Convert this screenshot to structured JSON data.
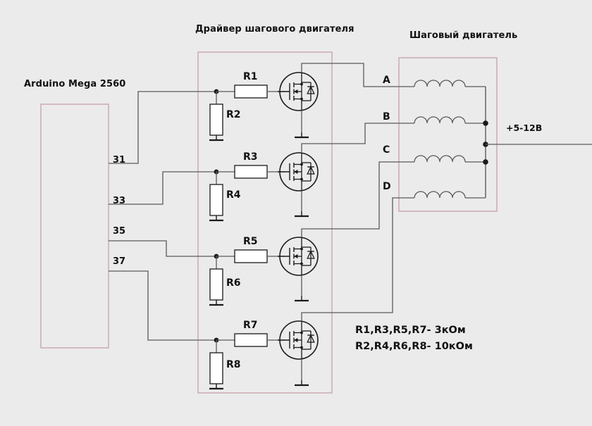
{
  "diagram": {
    "title_blocks": {
      "arduino": "Arduino Mega 2560",
      "driver": "Драйвер шагового двигателя",
      "motor": "Шаговый двигатель"
    },
    "colors": {
      "background": "#ebebeb",
      "block_border": "#c9a6ac",
      "wire": "#5a5a5a",
      "component": "#1a1a1a",
      "text": "#111111",
      "component_fill": "#ffffff"
    },
    "arduino_pins": [
      {
        "label": "31",
        "drives": "R1"
      },
      {
        "label": "33",
        "drives": "R3"
      },
      {
        "label": "35",
        "drives": "R5"
      },
      {
        "label": "37",
        "drives": "R7"
      }
    ],
    "driver_stages": [
      {
        "series_resistor": "R1",
        "pulldown_resistor": "R2",
        "transistor": "mosfet-n-channel",
        "output_terminal": "A"
      },
      {
        "series_resistor": "R3",
        "pulldown_resistor": "R4",
        "transistor": "mosfet-n-channel",
        "output_terminal": "B"
      },
      {
        "series_resistor": "R5",
        "pulldown_resistor": "R6",
        "transistor": "mosfet-n-channel",
        "output_terminal": "C"
      },
      {
        "series_resistor": "R7",
        "pulldown_resistor": "R8",
        "transistor": "mosfet-n-channel",
        "output_terminal": "D"
      }
    ],
    "resistor_labels": [
      "R1",
      "R2",
      "R3",
      "R4",
      "R5",
      "R6",
      "R7",
      "R8"
    ],
    "motor_terminals": [
      "A",
      "B",
      "C",
      "D"
    ],
    "motor_coils": 4,
    "supply_label": "+5-12В",
    "notes": [
      "R1,R3,R5,R7- 3кОм",
      "R2,R4,R6,R8- 10кОм"
    ],
    "icons": {
      "mosfet": "mosfet-icon",
      "resistor": "resistor-icon",
      "inductor": "inductor-coil-icon",
      "ground": "ground-icon",
      "junction": "junction-dot-icon"
    }
  }
}
